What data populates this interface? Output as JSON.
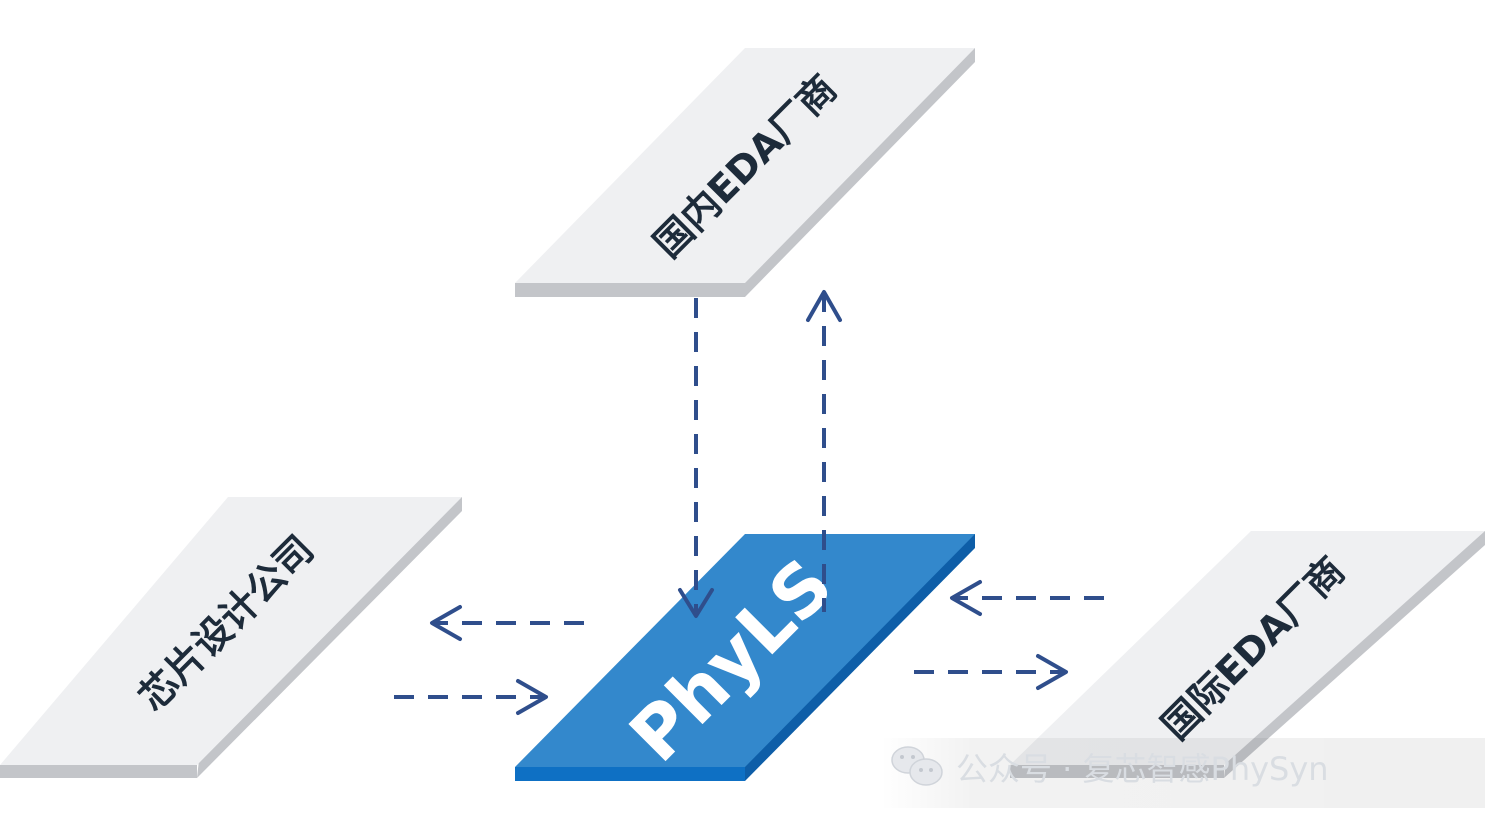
{
  "diagram": {
    "center": {
      "label": "PhyLS",
      "color": "#3388cc",
      "side_color": "#0e5ea8"
    },
    "nodes": {
      "domestic_eda": {
        "label": "国内EDA厂商"
      },
      "chip_design": {
        "label": "芯片设计公司"
      },
      "international_eda": {
        "label": "国际EDA厂商"
      }
    },
    "plate_color": "#eff0f2",
    "plate_side_color": "#c3c5c9",
    "arrow_color": "#2f4e8c",
    "connections": [
      {
        "from": "domestic_eda",
        "to": "center",
        "style": "dashed"
      },
      {
        "from": "center",
        "to": "domestic_eda",
        "style": "dashed"
      },
      {
        "from": "center",
        "to": "chip_design",
        "style": "dashed"
      },
      {
        "from": "chip_design",
        "to": "center",
        "style": "dashed"
      },
      {
        "from": "international_eda",
        "to": "center",
        "style": "dashed"
      },
      {
        "from": "center",
        "to": "international_eda",
        "style": "dashed"
      }
    ]
  },
  "watermark": {
    "icon": "wechat-icon",
    "text": "公众号 · 复芯智感PhySyn"
  }
}
